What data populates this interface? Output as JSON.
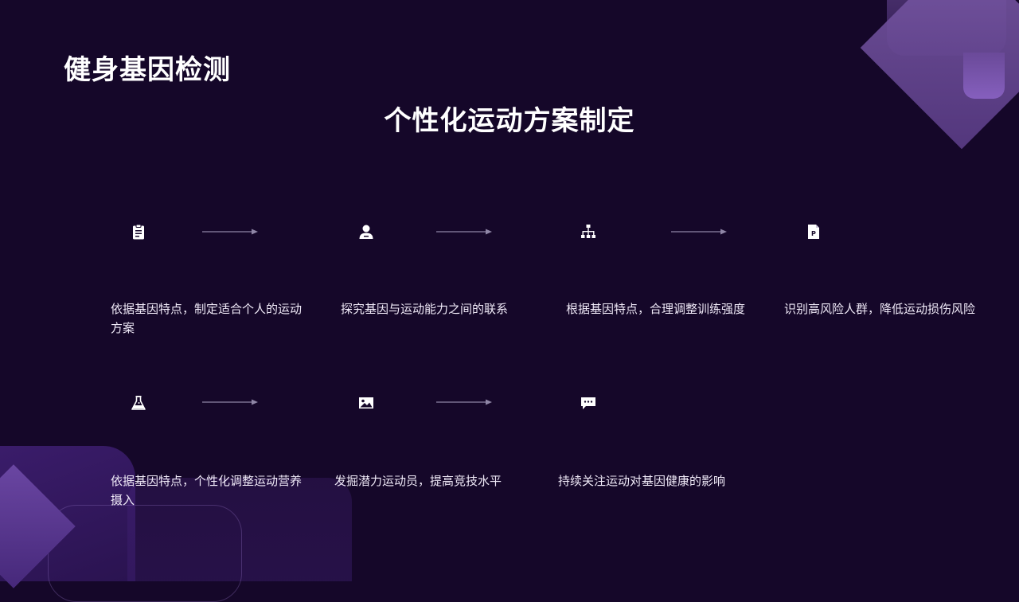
{
  "title": "健身基因检测",
  "subtitle": "个性化运动方案制定",
  "items": [
    {
      "icon": "clipboard-icon",
      "text": "依据基因特点，制定适合个人的运动方案"
    },
    {
      "icon": "user-icon",
      "text": "探究基因与运动能力之间的联系"
    },
    {
      "icon": "hierarchy-icon",
      "text": "根据基因特点，合理调整训练强度"
    },
    {
      "icon": "document-icon",
      "text": "识别高风险人群，降低运动损伤风险"
    },
    {
      "icon": "flask-icon",
      "text": "依据基因特点，个性化调整运动营养摄入"
    },
    {
      "icon": "image-icon",
      "text": "发掘潜力运动员，提高竞技水平"
    },
    {
      "icon": "chat-icon",
      "text": "持续关注运动对基因健康的影响"
    }
  ]
}
